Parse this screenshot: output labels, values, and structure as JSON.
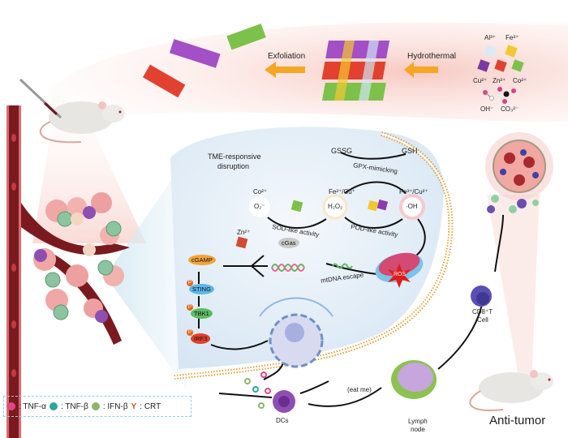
{
  "synthesis": {
    "ions": [
      "Al³⁺",
      "Fe³⁺",
      "Cu²⁺",
      "Zn²⁺",
      "Co²⁺"
    ],
    "anions": [
      "OH⁻",
      "CO₃²⁻"
    ],
    "step1_label": "Hydrothermal",
    "step2_label": "Exfoliation"
  },
  "cell": {
    "tme_label_line1": "TME-responsive",
    "tme_label_line2": "disruption",
    "co_ion": "Co²⁺",
    "superoxide": "O₂⁻",
    "fe_cu_reduced": "Fe²⁺/Cu⁺",
    "h2o2": "H₂O₂",
    "fe_cu_oxidized": "Fe³⁺/Cu²⁺",
    "hydroxyl": "·OH",
    "gssg": "GSSG",
    "gsh": "GSH",
    "gpx_label": "GPX-mimicking",
    "sod_label": "SOD-like activity",
    "pod_label": "POD-like activity",
    "zn_ion": "Zn²⁺",
    "cgas": "cGas",
    "mtdna_label": "mtDNA escape",
    "ros": "ROS",
    "pathway": [
      {
        "label": "cGAMP",
        "color": "#f2a43a",
        "phospho": false
      },
      {
        "label": "STING",
        "color": "#5cb6e8",
        "phospho": true
      },
      {
        "label": "TBK1",
        "color": "#5dbb63",
        "phospho": true
      },
      {
        "label": "IRF3",
        "color": "#e0402e",
        "phospho": true
      }
    ],
    "phospho_label": "P"
  },
  "immune": {
    "dcs_label": "DCs",
    "eat_me_label": "(eat me)",
    "lymph_line1": "Lymph",
    "lymph_line2": "node",
    "cd8_line1": "CD8⁺T",
    "cd8_line2": "Cell",
    "anti_tumor": "Anti-tumor"
  },
  "legend": [
    {
      "label": ": TNF-α",
      "color": "#e8418a"
    },
    {
      "label": ": TNF-β",
      "color": "#2aa79b"
    },
    {
      "label": ": IFN-β",
      "color": "#8fb46e"
    },
    {
      "label": ": CRT",
      "color": "#c4561d"
    }
  ],
  "colors": {
    "vessel": "#7a1a1f",
    "cell_bg": "#e3eef8",
    "arrow_orange": "#f5a623",
    "membrane": "#e3a13b",
    "glow_pink": "#f6c9c2"
  }
}
